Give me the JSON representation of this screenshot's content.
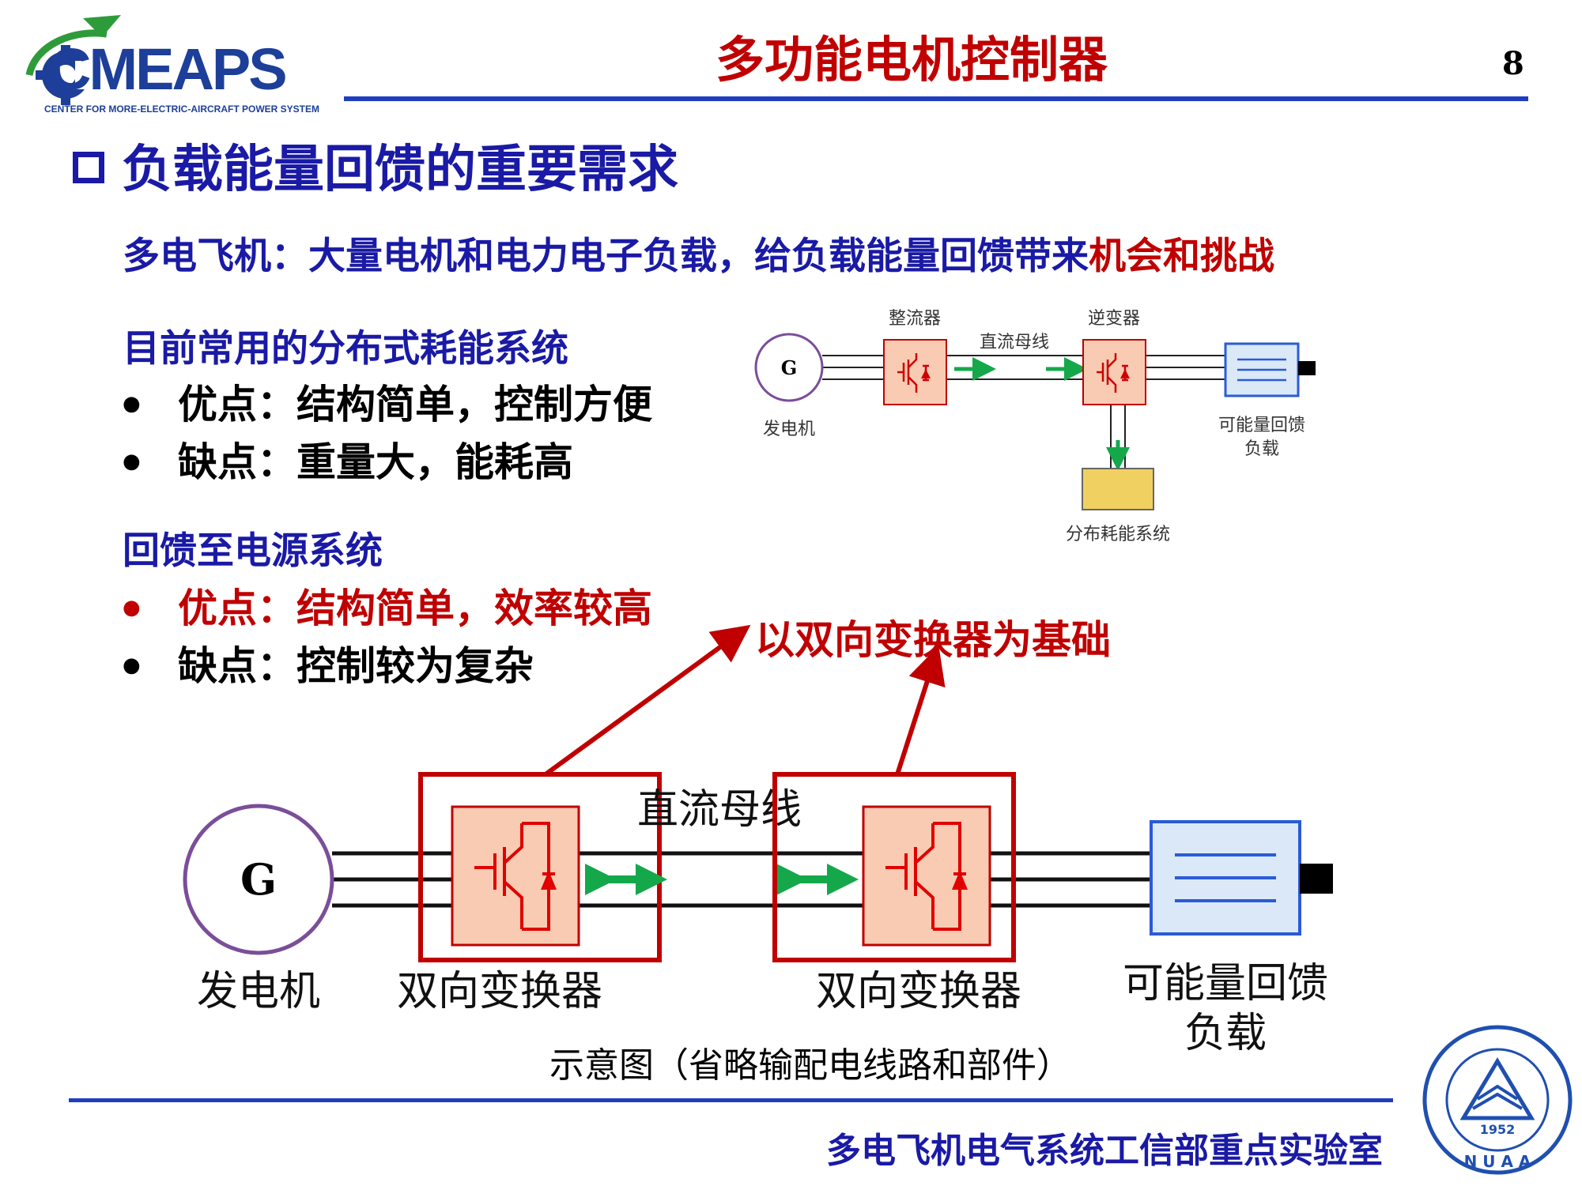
{
  "header": {
    "logo_text": "CMEAPS",
    "logo_subtitle": "CENTER FOR MORE-ELECTRIC-AIRCRAFT POWER SYSTEM",
    "title": "多功能电机控制器",
    "page_number": "8"
  },
  "section_heading": "负载能量回馈的重要需求",
  "intro": {
    "blue_part": "多电飞机：大量电机和电力电子负载，给负载能量回馈带来",
    "red_part": "机会和挑战"
  },
  "distributed": {
    "heading": "目前常用的分布式耗能系统",
    "pros": "优点：结构简单，控制方便",
    "cons": "缺点：重量大，能耗高"
  },
  "feedback": {
    "heading": "回馈至电源系统",
    "pros": "优点：结构简单，效率较高",
    "cons": "缺点：控制较为复杂"
  },
  "small_diagram": {
    "generator_symbol": "G",
    "generator_label": "发电机",
    "rectifier_label": "整流器",
    "dc_bus_label": "直流母线",
    "inverter_label": "逆变器",
    "load_label_line1": "可能量回馈",
    "load_label_line2": "负载",
    "dissipation_label": "分布耗能系统"
  },
  "large_diagram": {
    "callout": "以双向变换器为基础",
    "generator_symbol": "G",
    "generator_label": "发电机",
    "converter1_label": "双向变换器",
    "dc_bus_label": "直流母线",
    "converter2_label": "双向变换器",
    "load_label_line1": "可能量回馈",
    "load_label_line2": "负载",
    "caption": "示意图（省略输配电线路和部件）"
  },
  "footer": {
    "lab_name": "多电飞机电气系统工信部重点实验室",
    "emblem_year": "1952",
    "emblem_letters": "N U A A"
  },
  "colors": {
    "title_red": "#c00000",
    "heading_blue": "#1a1aa6",
    "rule_blue": "#1f3dbf",
    "converter_fill": "#f9cbb3",
    "arrow_green": "#14a84b",
    "load_fill": "#dbe8f7",
    "dissipation_fill": "#f0d060"
  }
}
